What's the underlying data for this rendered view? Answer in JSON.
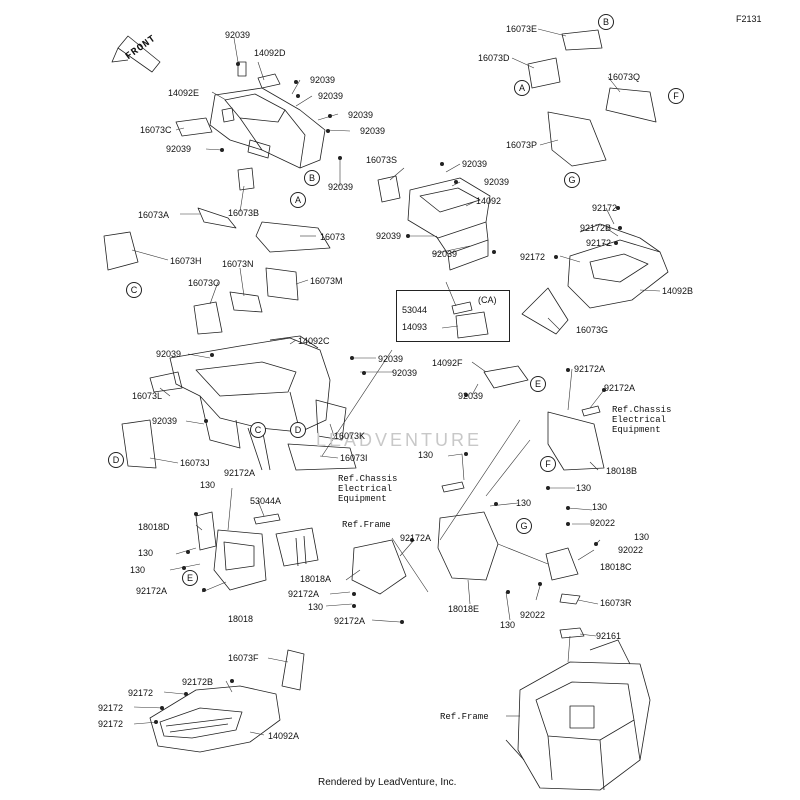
{
  "header": {
    "figure_code": "F2131",
    "front_label": "FRONT"
  },
  "footer": {
    "credit": "Rendered by LeadVenture, Inc."
  },
  "watermark": {
    "brand_text": "LEADVENTURE"
  },
  "colors": {
    "ink": "#111111",
    "line": "#222222",
    "background": "#ffffff",
    "watermark": "#c8c8c8"
  },
  "kit_box": {
    "label": "(CA)"
  },
  "labels": {
    "l92039_a": "92039",
    "l14092D": "14092D",
    "l92039_b": "92039",
    "l14092E": "14092E",
    "l92039_c": "92039",
    "l92039_d": "92039",
    "l16073C": "16073C",
    "l92039_e": "92039",
    "l92039_f": "92039",
    "l92039_g": "92039",
    "l16073B": "16073B",
    "l16073A": "16073A",
    "l16073": "16073",
    "l16073H": "16073H",
    "l16073N": "16073N",
    "l16073O": "16073O",
    "l16073M": "16073M",
    "l14092C": "14092C",
    "l92039_h": "92039",
    "l92039_i": "92039",
    "l92039_j": "92039",
    "l16073L": "16073L",
    "l92039_k": "92039",
    "l16073K": "16073K",
    "l16073I": "16073I",
    "l16073J": "16073J",
    "l16073E": "16073E",
    "l16073D": "16073D",
    "l16073Q": "16073Q",
    "l16073P": "16073P",
    "l16073S": "16073S",
    "l92039_l": "92039",
    "l92039_m": "92039",
    "l14092": "14092",
    "l92039_n": "92039",
    "l92039_o": "92039",
    "l92172_a": "92172",
    "l92172B_a": "92172B",
    "l92172_b": "92172",
    "l92172_c": "92172",
    "l14092B": "14092B",
    "l16073G": "16073G",
    "l53044": "53044",
    "l14093": "14093",
    "l14092F": "14092F",
    "l92039_p": "92039",
    "l92172A_a": "92172A",
    "l92172A_b": "92172A",
    "l18018B": "18018B",
    "l130_a": "130",
    "l130_b": "130",
    "l92172A_c": "92172A",
    "l53044A": "53044A",
    "l18018D": "18018D",
    "l130_c": "130",
    "l130_d": "130",
    "l92172A_d": "92172A",
    "l18018": "18018",
    "l18018A": "18018A",
    "l92172A_e": "92172A",
    "l130_e": "130",
    "l92172A_f": "92172A",
    "l92172A_g": "92172A",
    "l130_f": "130",
    "l18018E": "18018E",
    "l130_g": "130",
    "l130_h": "130",
    "l92022_a": "92022",
    "l130_i": "130",
    "l92022_b": "92022",
    "l18018C": "18018C",
    "l92022_c": "92022",
    "l130_j": "130",
    "l16073R": "16073R",
    "l92161": "92161",
    "l16073F": "16073F",
    "l92172B_b": "92172B",
    "l92172_d": "92172",
    "l92172_e": "92172",
    "l92172_f": "92172",
    "l14092A": "14092A"
  },
  "references": {
    "chassis_electrical_upper": "Ref.Chassis\nElectrical\nEquipment",
    "chassis_electrical_mid": "Ref.Chassis\nElectrical\nEquipment",
    "frame_mid": "Ref.Frame",
    "frame_bottom": "Ref.Frame"
  },
  "callouts": {
    "B1": "B",
    "A1": "A",
    "F1": "F",
    "G1": "G",
    "B2": "B",
    "A2": "A",
    "C1": "C",
    "C2": "C",
    "D1": "D",
    "D2": "D",
    "E1": "E",
    "F2": "F",
    "G2": "G",
    "E2": "E"
  }
}
